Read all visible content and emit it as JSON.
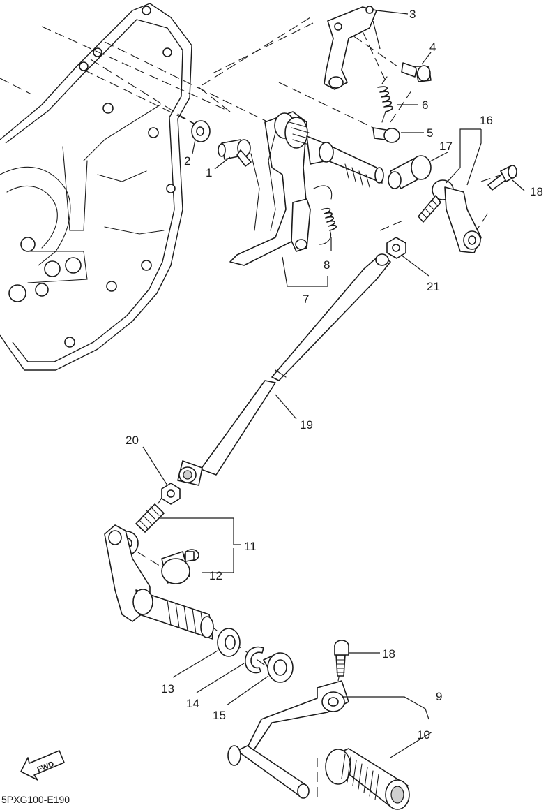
{
  "diagram": {
    "callouts": {
      "c1": "1",
      "c2": "2",
      "c3": "3",
      "c4": "4",
      "c5": "5",
      "c6": "6",
      "c7": "7",
      "c8": "8",
      "c9": "9",
      "c10": "10",
      "c11": "11",
      "c12": "12",
      "c13": "13",
      "c14": "14",
      "c15": "15",
      "c16": "16",
      "c17": "17",
      "c18a": "18",
      "c18b": "18",
      "c19": "19",
      "c20": "20",
      "c21": "21"
    },
    "fwd_label": "FWD",
    "drawing_code": "5PXG100-E190"
  }
}
